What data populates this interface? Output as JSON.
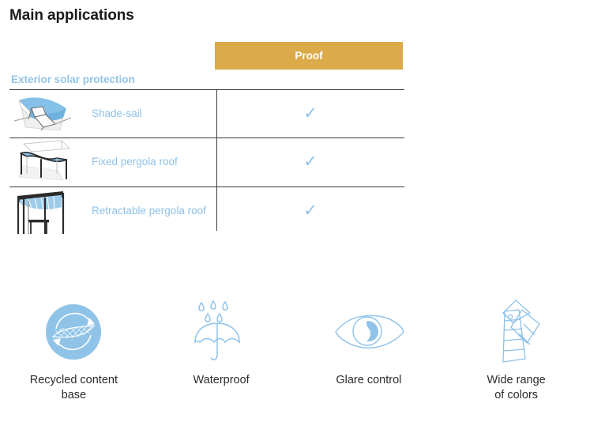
{
  "title": "Main applications",
  "colors": {
    "proof_header_bg": "#dbaa49",
    "accent_blue": "#8fc2e8",
    "section_label_blue": "#93c4e8",
    "text_dark": "#1a1a1a",
    "rule": "#3a3a3a"
  },
  "table": {
    "column_header": "Proof",
    "section_label": "Exterior solar protection",
    "check_glyph": "✓",
    "rows": [
      {
        "label": "Shade-sail",
        "thumb": "shade-sail-illustration",
        "proof": "✓"
      },
      {
        "label": "Fixed pergola roof",
        "thumb": "fixed-pergola-roof-illustration",
        "proof": "✓"
      },
      {
        "label": "Retractable pergola roof",
        "thumb": "retractable-pergola-roof-illustration",
        "proof": "✓"
      }
    ]
  },
  "features": [
    {
      "icon": "recycled-content-icon",
      "caption": "Recycled content\nbase"
    },
    {
      "icon": "waterproof-umbrella-icon",
      "caption": "Waterproof"
    },
    {
      "icon": "glare-control-eye-icon",
      "caption": "Glare control"
    },
    {
      "icon": "color-swatch-fan-icon",
      "caption": "Wide range\nof colors"
    }
  ]
}
